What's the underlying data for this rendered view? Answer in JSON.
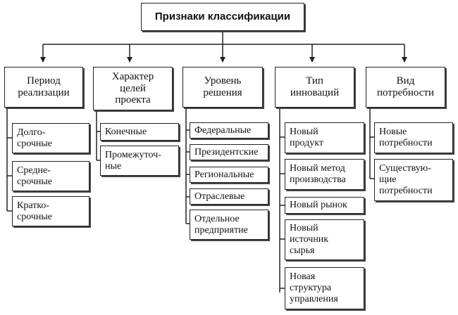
{
  "root": "Признаки классификации",
  "categories": [
    {
      "title": "Период\nреализации",
      "items": [
        "Долго-\nсрочные",
        "Средне-\nсрочные",
        "Кратко-\nсрочные"
      ]
    },
    {
      "title": "Характер\nцелей\nпроекта",
      "items": [
        "Конечные",
        "Промежуточ-\nные"
      ]
    },
    {
      "title": "Уровень\nрешения",
      "items": [
        "Федеральные",
        "Президентские",
        "Региональные",
        "Отраслевые",
        "Отдельное\nпредприятие"
      ]
    },
    {
      "title": "Тип\nинноваций",
      "items": [
        "Новый\nпродукт",
        "Новый метод\nпроизводства",
        "Новый рынок",
        "Новый\nисточник\nсырья",
        "Новая\nструктура\nуправления"
      ]
    },
    {
      "title": "Вид\nпотребности",
      "items": [
        "Новые\nпотребности",
        "Существую-\nщие\nпотребности"
      ]
    }
  ]
}
